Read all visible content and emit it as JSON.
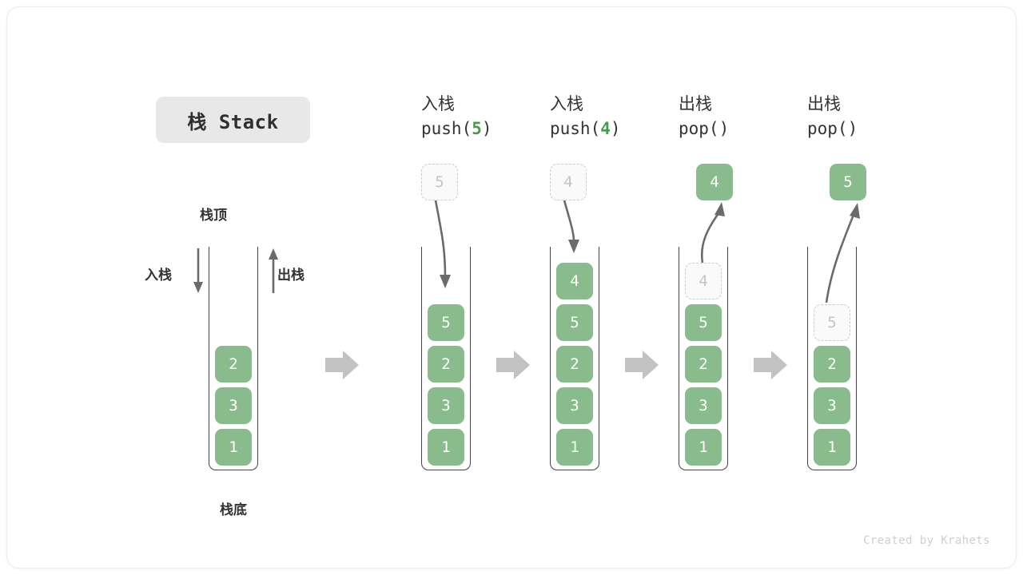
{
  "title": {
    "text": "栈 Stack",
    "bg": "#e8e8e8"
  },
  "colors": {
    "element_green": "#8abb8c",
    "accent_green": "#4a9a4e",
    "ghost_fill": "#fafafa",
    "ghost_border": "#cccccc",
    "tube_stroke": "#444444",
    "flow_arrow": "#c2c2c2",
    "motion_arrow": "#6b6b6b"
  },
  "annotations": {
    "top": "栈顶",
    "bottom": "栈底",
    "push_side": "入栈",
    "pop_side": "出栈"
  },
  "columns": [
    {
      "id": "initial",
      "header_cn": "",
      "header_code": "",
      "elements": [
        "2",
        "3",
        "1"
      ],
      "ghost_top": null,
      "popped": null
    },
    {
      "id": "push-5",
      "header_cn": "入栈",
      "header_code_prefix": "push(",
      "header_code_arg": "5",
      "header_code_suffix": ")",
      "incoming_ghost": "5",
      "elements": [
        "5",
        "2",
        "3",
        "1"
      ],
      "ghost_top": null,
      "popped": null
    },
    {
      "id": "push-4",
      "header_cn": "入栈",
      "header_code_prefix": "push(",
      "header_code_arg": "4",
      "header_code_suffix": ")",
      "incoming_ghost": "4",
      "elements": [
        "4",
        "5",
        "2",
        "3",
        "1"
      ],
      "ghost_top": null,
      "popped": null
    },
    {
      "id": "pop-1",
      "header_cn": "出栈",
      "header_code_prefix": "pop(",
      "header_code_arg": "",
      "header_code_suffix": ")",
      "popped": "4",
      "ghost_top": "4",
      "elements": [
        "5",
        "2",
        "3",
        "1"
      ]
    },
    {
      "id": "pop-2",
      "header_cn": "出栈",
      "header_code_prefix": "pop(",
      "header_code_arg": "",
      "header_code_suffix": ")",
      "popped": "5",
      "ghost_top": "5",
      "elements": [
        "2",
        "3",
        "1"
      ]
    }
  ],
  "credit": "Created by Krahets"
}
